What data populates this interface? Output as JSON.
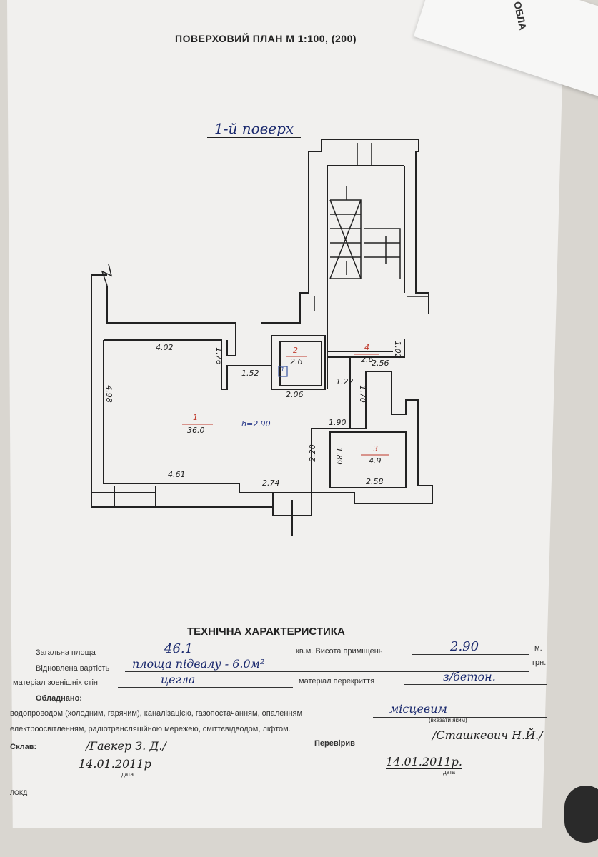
{
  "side_paper": {
    "text": "ОБЛА"
  },
  "header": {
    "title": "ПОВЕРХОВИЙ ПЛАН М 1:100,",
    "struck_scale": "(200)",
    "floor": "1-й поверх"
  },
  "plan": {
    "rooms": [
      {
        "number": "1",
        "area": "36.0"
      },
      {
        "number": "2",
        "area": "2.6"
      },
      {
        "number": "3",
        "area": "4.9"
      },
      {
        "number": "4",
        "area": "2.6"
      }
    ],
    "height": "h=2.90",
    "dimensions": [
      "4.02",
      "1.76",
      "1.52",
      "2.06",
      "4.98",
      "4.61",
      "2.74",
      "2.20",
      "1.90",
      "1.70",
      "1.22",
      "1.89",
      "2.58",
      "2.56",
      "1.02"
    ],
    "fixture_label": "1"
  },
  "tech": {
    "title": "ТЕХНІЧНА ХАРАКТЕРИСТИКА",
    "total_area_label": "Загальна площа",
    "total_area_value": "46.1",
    "sqm_height_label": "кв.м. Висота приміщень",
    "height_value": "2.90",
    "m_unit": "м.",
    "cost_label": "Відновлена вартість",
    "cost_value": "площа підвалу - 6.0м²",
    "uah_unit": "грн.",
    "walls_label": "матеріал зовнішніх стін",
    "walls_value": "цегла",
    "floor_mat_label": "матеріал перекриття",
    "floor_mat_value": "з/бетон.",
    "equipped_label": "Обладнано:",
    "equip_line1": "водопроводом (холодним, гарячим), каналізацією, газопостачанням, опаленням",
    "equip_value": "місцевим",
    "specify_note": "(вказати яким)",
    "equip_line2": "електроосвітленням, радіотрансляційною мережею, сміттєвідводом, ліфтом.",
    "composed_label": "Склав:",
    "composed_name": "/Гавкер З. Д./",
    "composed_date": "14.01.2011р",
    "checked_label": "Перевірив",
    "checked_name": "/Сташкевич Н.Й./",
    "checked_date": "14.01.2011р.",
    "date_caption": "дата",
    "footer": "ЛОКД"
  }
}
